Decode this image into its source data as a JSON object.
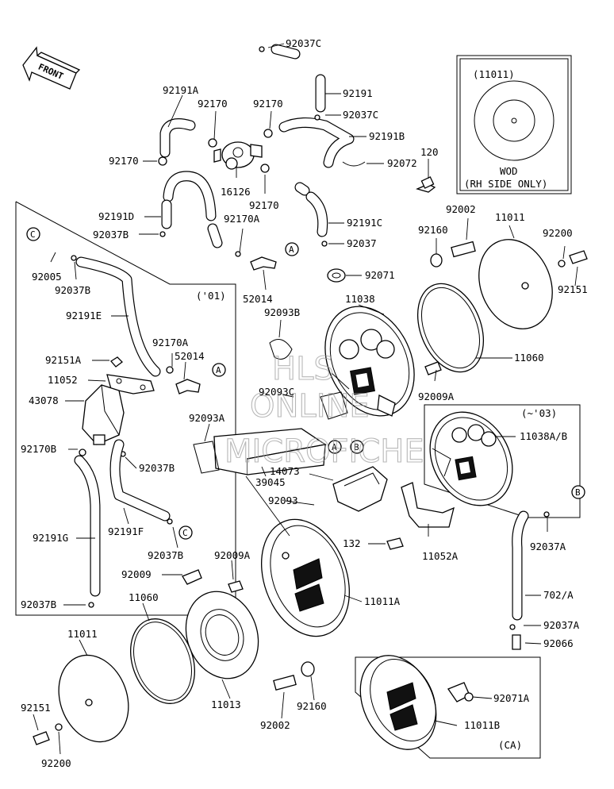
{
  "front_label": "FRONT",
  "inset_wod": {
    "ref": "(11011)",
    "caption_line1": "WOD",
    "caption_line2": "(RH SIDE ONLY)"
  },
  "inset_year": "(~'03)",
  "inset_ca": "(CA)",
  "inset_01": "('01)",
  "watermark": [
    "HLS",
    "ONLINE",
    "MICROFICHE"
  ],
  "callouts": {
    "a": "A",
    "b": "B",
    "c": "C"
  },
  "labels": {
    "p92037C_top": "92037C",
    "p92191": "92191",
    "p92037C_2": "92037C",
    "p92191A": "92191A",
    "p92170_1": "92170",
    "p92170_2": "92170",
    "p92191B": "92191B",
    "p92170_3": "92170",
    "p92072": "92072",
    "p120": "120",
    "p16126": "16126",
    "p92170_4": "92170",
    "p92191D": "92191D",
    "p92170A_1": "92170A",
    "p92191C": "92191C",
    "p92037B_1": "92037B",
    "p92037": "92037",
    "p92002_1": "92002",
    "p11011_1": "11011",
    "p92160_1": "92160",
    "p92200_1": "92200",
    "p92005": "92005",
    "p92037B_2": "92037B",
    "p52014_1": "52014",
    "p92071": "92071",
    "p92151_1": "92151",
    "p11038": "11038",
    "p92093B": "92093B",
    "p92191E": "92191E",
    "p92170A_2": "92170A",
    "p92151A": "92151A",
    "p52014_2": "52014",
    "p11060_1": "11060",
    "p11052": "11052",
    "p92093C": "92093C",
    "p92009A_1": "92009A",
    "p43078": "43078",
    "p92093A": "92093A",
    "p11038AB": "11038A/B",
    "p92170B": "92170B",
    "p92037B_3": "92037B",
    "p39045": "39045",
    "p14073": "14073",
    "p92093": "92093",
    "p92191G": "92191G",
    "p92191F": "92191F",
    "p92037A_1": "92037A",
    "p132": "132",
    "p11052A": "11052A",
    "p92037B_4": "92037B",
    "p92009A_2": "92009A",
    "p92009": "92009",
    "p11011A": "11011A",
    "p702A": "702/A",
    "p92037B_5": "92037B",
    "p11060_2": "11060",
    "p11011_2": "11011",
    "p92037A_2": "92037A",
    "p92066": "92066",
    "p11013": "11013",
    "p92071A": "92071A",
    "p92151_2": "92151",
    "p92002_2": "92002",
    "p92160_2": "92160",
    "p11011B": "11011B",
    "p92200_2": "92200"
  }
}
